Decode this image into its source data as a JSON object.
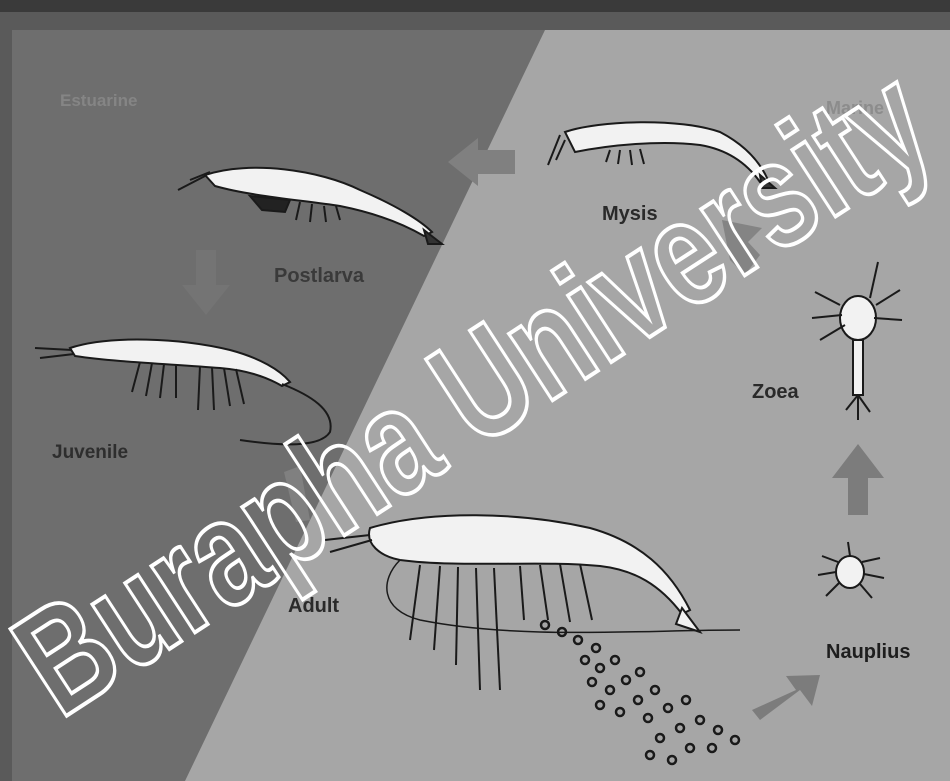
{
  "zones": {
    "left_label": "Estuarine",
    "right_label": "Marine"
  },
  "stages": [
    {
      "id": "mysis",
      "label": "Mysis"
    },
    {
      "id": "postlarva",
      "label": "Postlarva"
    },
    {
      "id": "zoea",
      "label": "Zoea"
    },
    {
      "id": "juvenile",
      "label": "Juvenile"
    },
    {
      "id": "adult",
      "label": "Adult"
    },
    {
      "id": "nauplius",
      "label": "Nauplius"
    }
  ],
  "watermark": "Burapha University",
  "colors": {
    "estuarine_zone": "#6e6e6e",
    "marine_zone": "#a6a6a6",
    "arrow": "#7f7f7f",
    "shrimp_body": "#f2f2f2",
    "outline": "#1a1a1a",
    "watermark_stroke": "#ffffff"
  }
}
